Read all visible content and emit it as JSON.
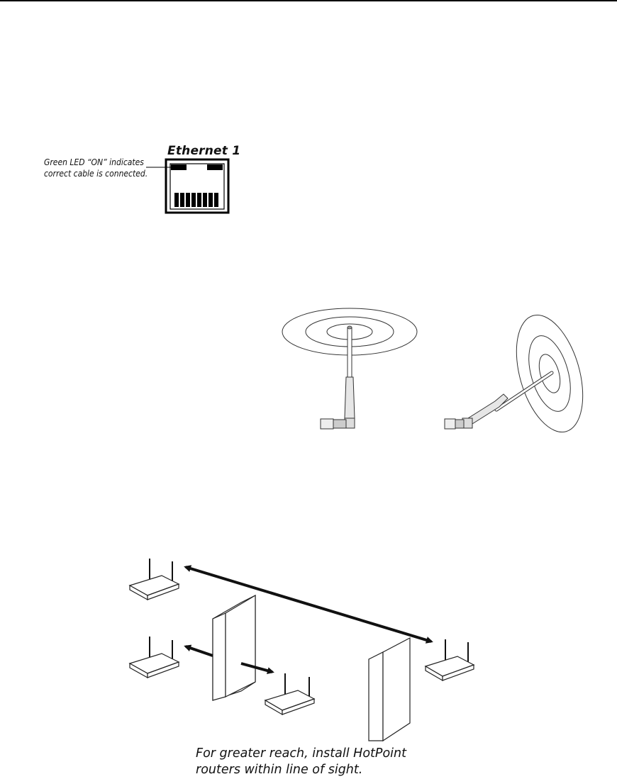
{
  "ethernet_figure": {
    "port_label": "Ethernet 1",
    "led_note_line1": "Green LED “ON” indicates",
    "led_note_line2": "correct cable is connected."
  },
  "antenna_figure": {
    "panels": [
      "vertical-antenna",
      "tilted-antenna"
    ]
  },
  "placement_figure": {
    "caption_line1": "For greater reach, install HotPoint",
    "caption_line2": "routers within line of sight."
  }
}
